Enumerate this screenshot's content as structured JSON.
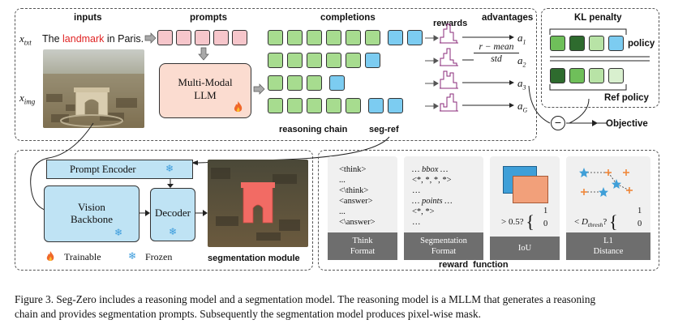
{
  "top": {
    "inputs_label": "inputs",
    "prompts_label": "prompts",
    "completions_label": "completions",
    "rewards_label": "rewards",
    "advantages_label": "advantages",
    "x_txt": "x",
    "x_txt_sub": "txt",
    "x_img": "x",
    "x_img_sub": "img",
    "text_pre": "The ",
    "text_highlight": "landmark",
    "text_post": " in Paris.",
    "llm_line1": "Multi-Modal",
    "llm_line2": "LLM",
    "reasoning_chain_label": "reasoning chain",
    "seg_ref_label": "seg-ref",
    "formula_num": "r − mean",
    "formula_den": "std",
    "a1": "a",
    "a1_sub": "1",
    "a2": "a",
    "a2_sub": "2",
    "a3": "a",
    "a3_sub": "3",
    "aG": "a",
    "aG_sub": "G"
  },
  "kl": {
    "title": "KL penalty",
    "policy_label": "policy",
    "ref_policy_label": "Ref policy",
    "objective_label": "Objective",
    "minus": "−"
  },
  "seg": {
    "prompt_encoder": "Prompt Encoder",
    "vision_line1": "Vision",
    "vision_line2": "Backbone",
    "decoder": "Decoder",
    "trainable": "Trainable",
    "frozen": "Frozen",
    "module_label": "segmentation module"
  },
  "reward": {
    "label": "reward  function",
    "think_lines": [
      "<think>",
      "...",
      "<\\think>",
      "<answer>",
      "...",
      "<\\answer>"
    ],
    "think_title_1": "Think",
    "think_title_2": "Format",
    "seg_lines": [
      "… bbox …",
      "<*, *, *, *>",
      "…",
      "… points …",
      "<*, *>",
      "…"
    ],
    "seg_title_1": "Segmentation",
    "seg_title_2": "Format",
    "iou_cond": "> 0.5?",
    "iou_title": "IoU",
    "l1_cond_pre": "< ",
    "l1_cond_var": "D",
    "l1_cond_sub": "thresh",
    "l1_cond_post": "?",
    "brace_top": "1",
    "brace_bot": "0",
    "l1_title_1": "L1",
    "l1_title_2": "Distance"
  },
  "caption": {
    "line1": "Figure 3.  Seg-Zero includes a reasoning model and a segmentation model.  The reasoning model is a MLLM that generates a reasoning",
    "line2": "chain and provides segmentation prompts. Subsequently the segmentation model produces pixel-wise mask."
  },
  "colors": {
    "prompt_pink": "#f6c6cb",
    "completion_green": "#a7dc8f",
    "completion_blue": "#7cccf1",
    "llm_peach": "#fbdcd0",
    "frozen_blue": "#bfe3f4",
    "landmark_red": "#e02424",
    "reward_purple": "#8a2a7a",
    "policy_dark_green": "#2e6b2e"
  }
}
